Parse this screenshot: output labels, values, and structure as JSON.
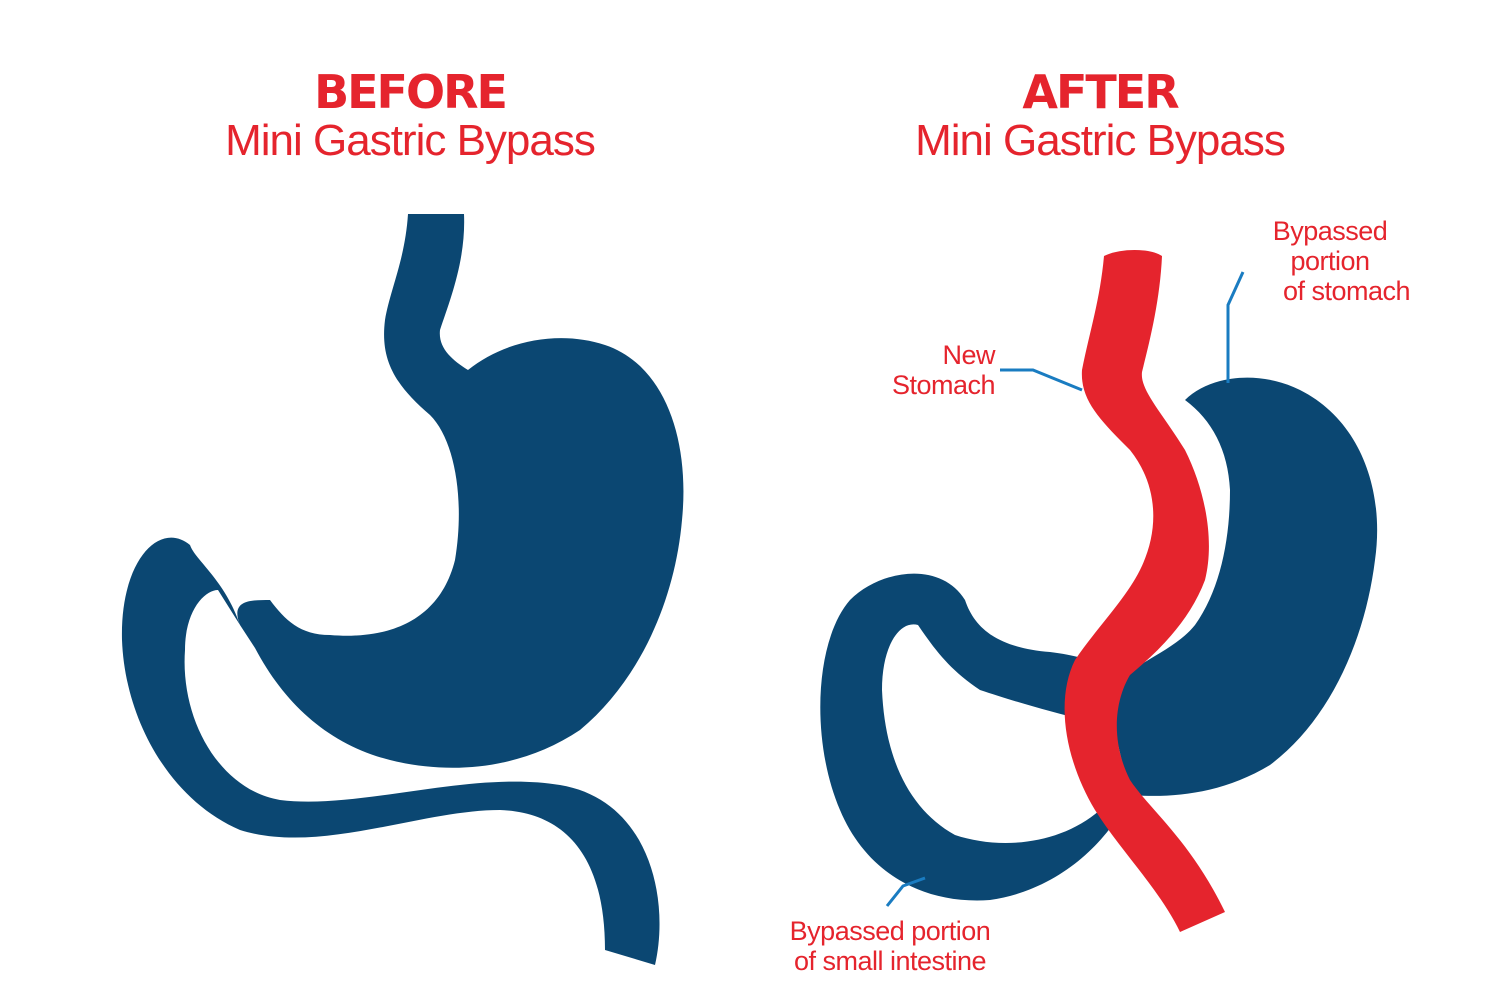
{
  "before": {
    "heading": "BEFORE",
    "subheading": "Mini Gastric Bypass"
  },
  "after": {
    "heading": "AFTER",
    "subheading": "Mini Gastric Bypass"
  },
  "labels": {
    "new_stomach_line1": "New",
    "new_stomach_line2": "Stomach",
    "bypassed_stomach_line1": "Bypassed",
    "bypassed_stomach_line2": "portion",
    "bypassed_stomach_line3": "of stomach",
    "bypassed_intestine_line1": "Bypassed portion",
    "bypassed_intestine_line2": "of small intestine"
  },
  "colors": {
    "organ": "#0b4772",
    "new_stomach": "#e5242d",
    "heading": "#e5242d",
    "leader_line": "#1a7cc1",
    "background": "#ffffff"
  }
}
